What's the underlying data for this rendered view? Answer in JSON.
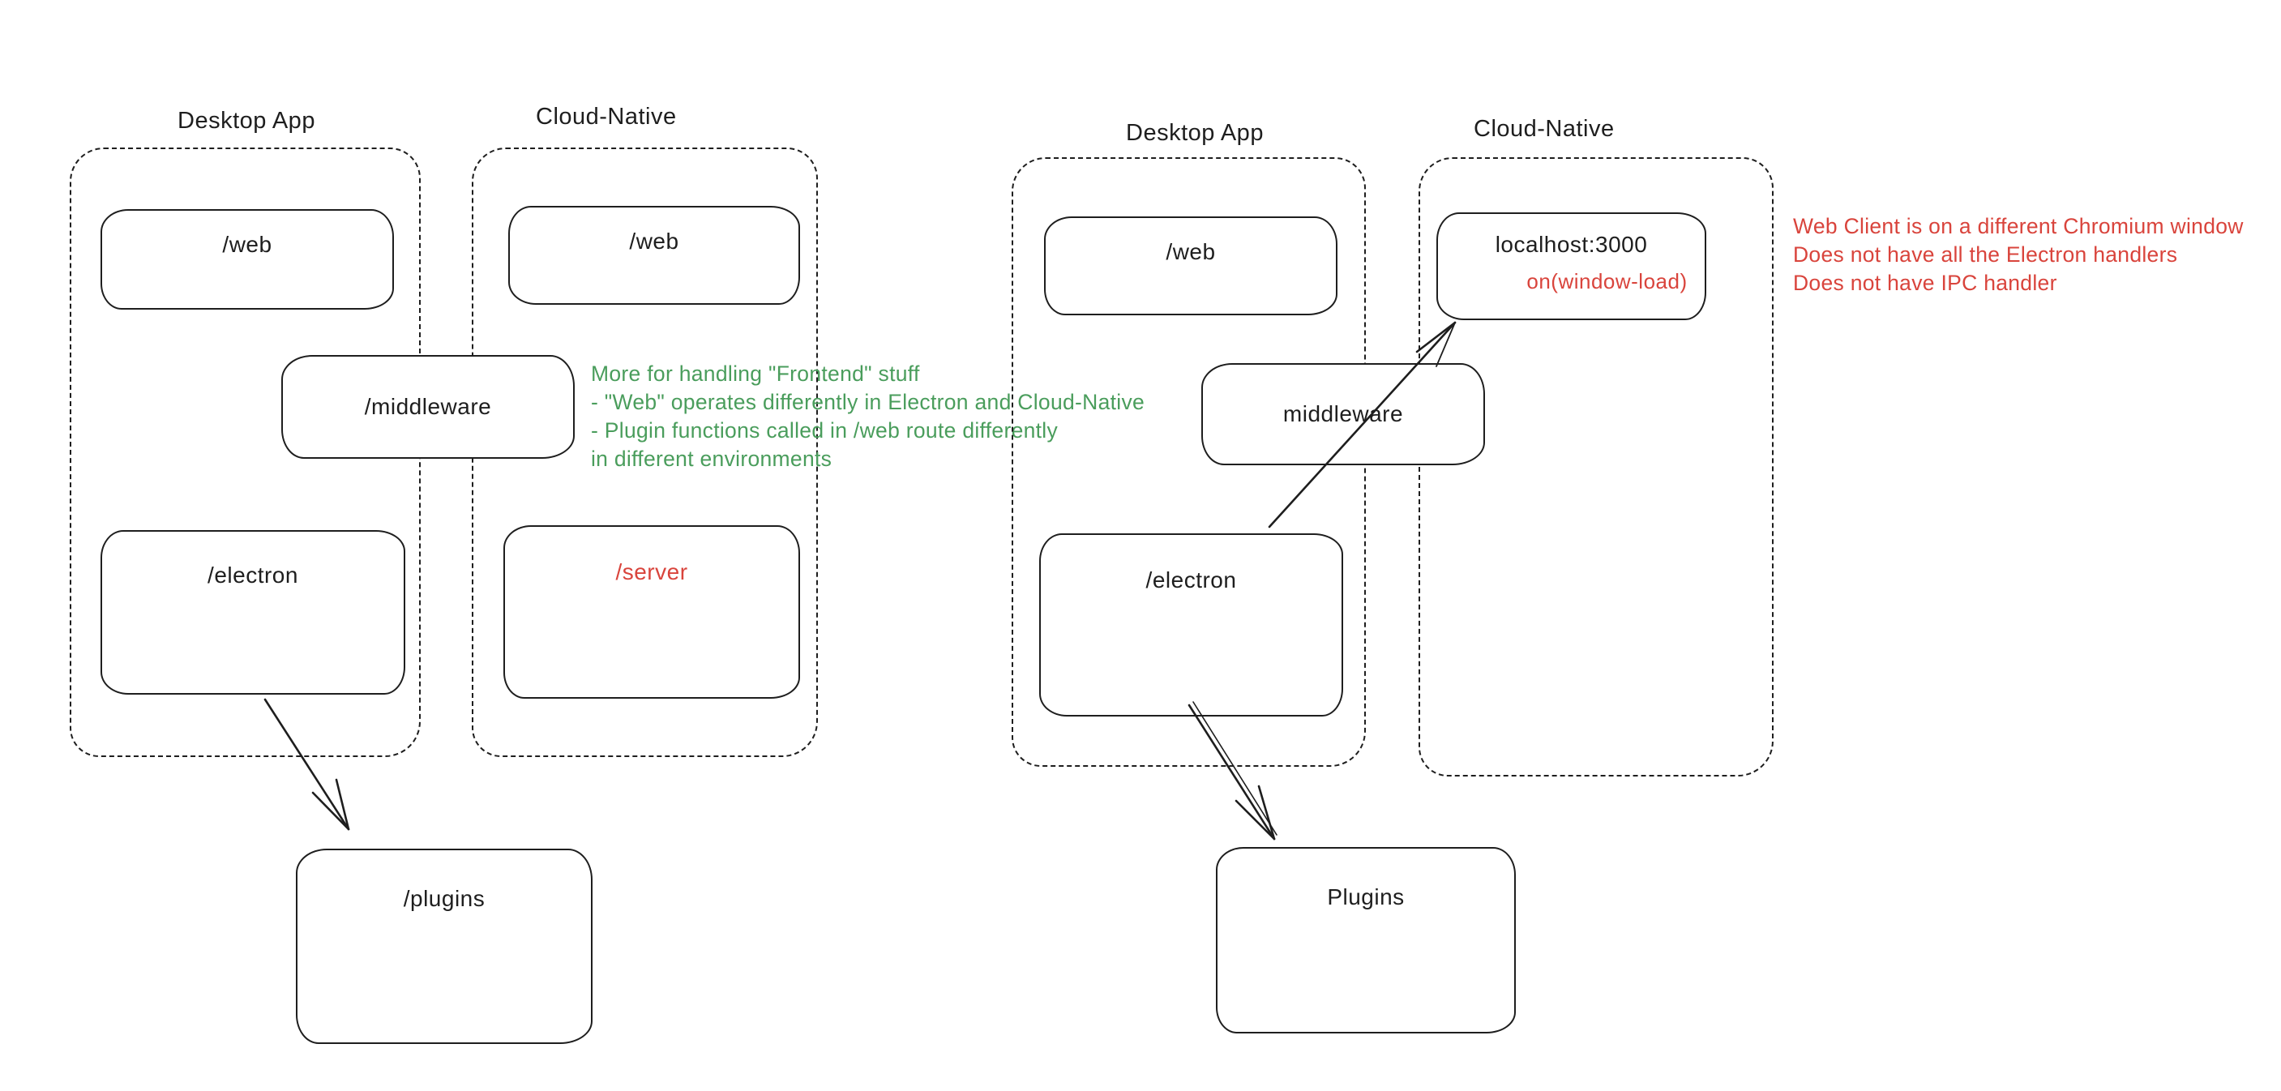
{
  "colors": {
    "ink": "#1e1e1e",
    "red": "#d9443c",
    "green": "#4a9d5c"
  },
  "left_diagram": {
    "desktop_group_label": "Desktop App",
    "cloud_group_label": "Cloud-Native",
    "desktop_web_label": "/web",
    "cloud_web_label": "/web",
    "middleware_label": "/middleware",
    "electron_label": "/electron",
    "server_label": "/server",
    "plugins_label": "/plugins",
    "green_note": {
      "lines": [
        "More for handling \"Frontend\" stuff",
        "- \"Web\" operates differently in Electron and Cloud-Native",
        "- Plugin functions called in /web route differently",
        "in different environments"
      ]
    }
  },
  "right_diagram": {
    "desktop_group_label": "Desktop App",
    "cloud_group_label": "Cloud-Native",
    "desktop_web_label": "/web",
    "localhost_label": "localhost:3000",
    "window_load_label": "on(window-load)",
    "middleware_label": "middleware",
    "electron_label": "/electron",
    "plugins_label": "Plugins",
    "red_note": {
      "lines": [
        "Web Client is on a different Chromium window",
        "Does not have all the Electron handlers",
        "Does not have IPC handler"
      ]
    }
  }
}
